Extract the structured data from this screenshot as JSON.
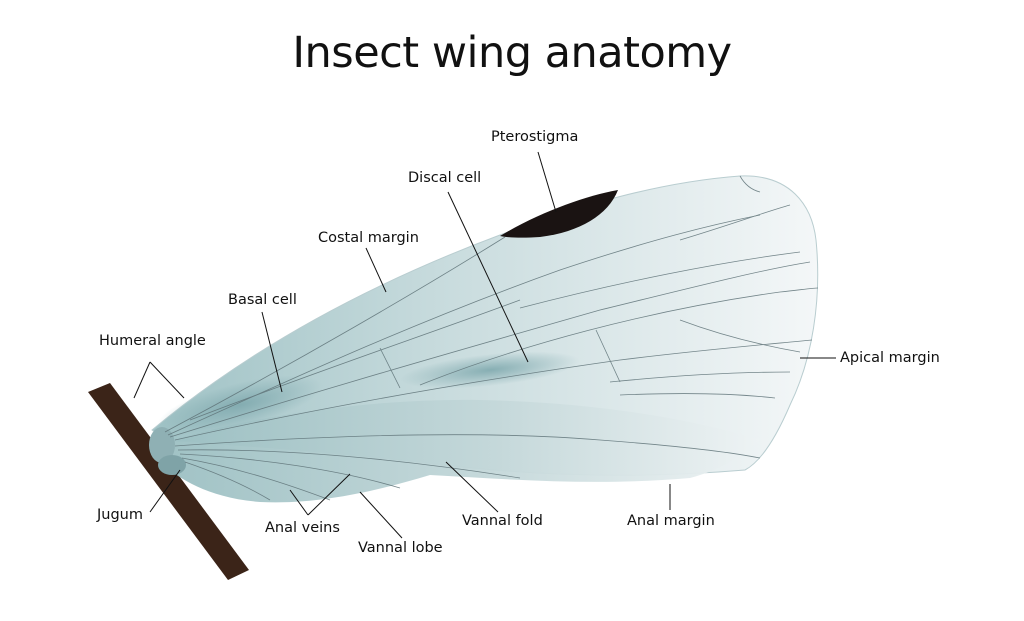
{
  "title": "Insect wing anatomy",
  "labels": {
    "pterostigma": "Pterostigma",
    "discal_cell": "Discal cell",
    "costal_margin": "Costal margin",
    "basal_cell": "Basal cell",
    "humeral_angle": "Humeral angle",
    "apical_margin": "Apical margin",
    "jugum": "Jugum",
    "anal_veins": "Anal veins",
    "vannal_lobe": "Vannal lobe",
    "vannal_fold": "Vannal fold",
    "anal_margin": "Anal margin"
  },
  "colors": {
    "wing_light": "#eef2f3",
    "wing_mid": "#c8dadd",
    "wing_dark": "#8fb5b9",
    "vein": "#5f7378",
    "pterostigma": "#1a1312",
    "body_bar": "#3b2418"
  }
}
